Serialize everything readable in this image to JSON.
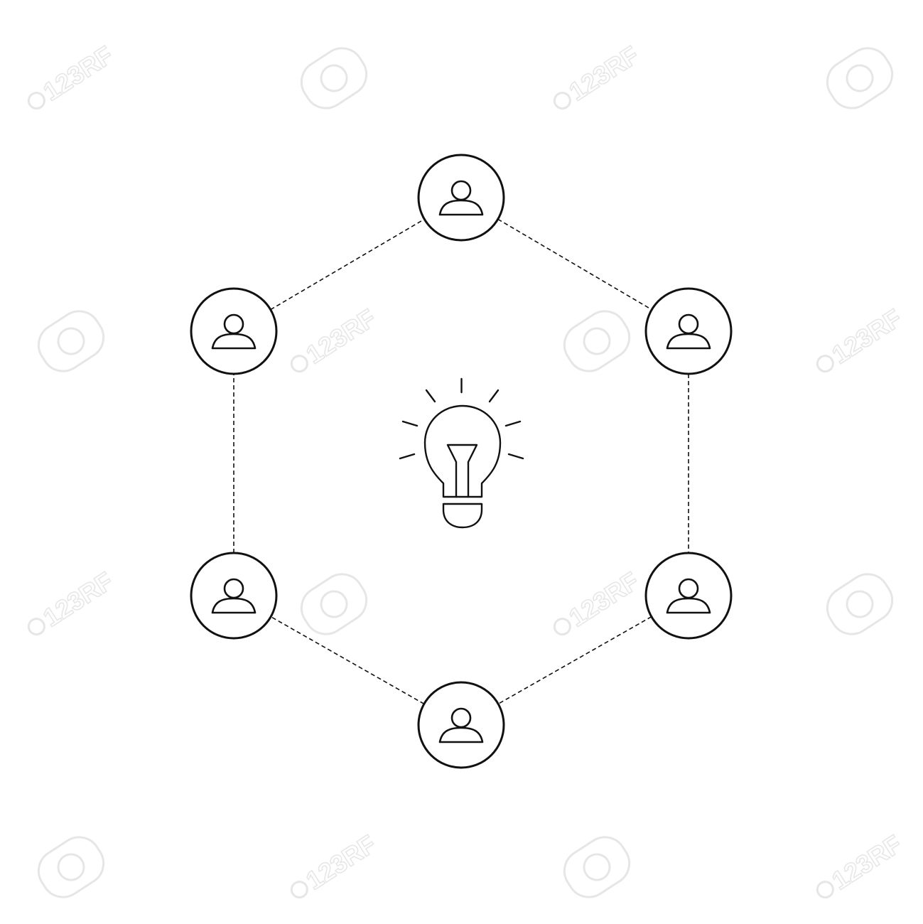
{
  "diagram": {
    "type": "network",
    "center": {
      "icon": "lightbulb-icon"
    },
    "nodes": [
      {
        "id": "top",
        "icon": "user-icon"
      },
      {
        "id": "upper-right",
        "icon": "user-icon"
      },
      {
        "id": "lower-right",
        "icon": "user-icon"
      },
      {
        "id": "bottom",
        "icon": "user-icon"
      },
      {
        "id": "lower-left",
        "icon": "user-icon"
      },
      {
        "id": "upper-left",
        "icon": "user-icon"
      }
    ],
    "edges": [
      {
        "from": "top",
        "to": "upper-right",
        "style": "dashed"
      },
      {
        "from": "upper-right",
        "to": "lower-right",
        "style": "dashed"
      },
      {
        "from": "lower-right",
        "to": "bottom",
        "style": "dashed"
      },
      {
        "from": "bottom",
        "to": "lower-left",
        "style": "dashed"
      },
      {
        "from": "lower-left",
        "to": "upper-left",
        "style": "dashed"
      },
      {
        "from": "upper-left",
        "to": "top",
        "style": "dashed"
      }
    ]
  },
  "watermark": {
    "text": "123RF",
    "color": "#e6e6e6"
  },
  "colors": {
    "stroke": "#111111",
    "background": "#ffffff"
  }
}
